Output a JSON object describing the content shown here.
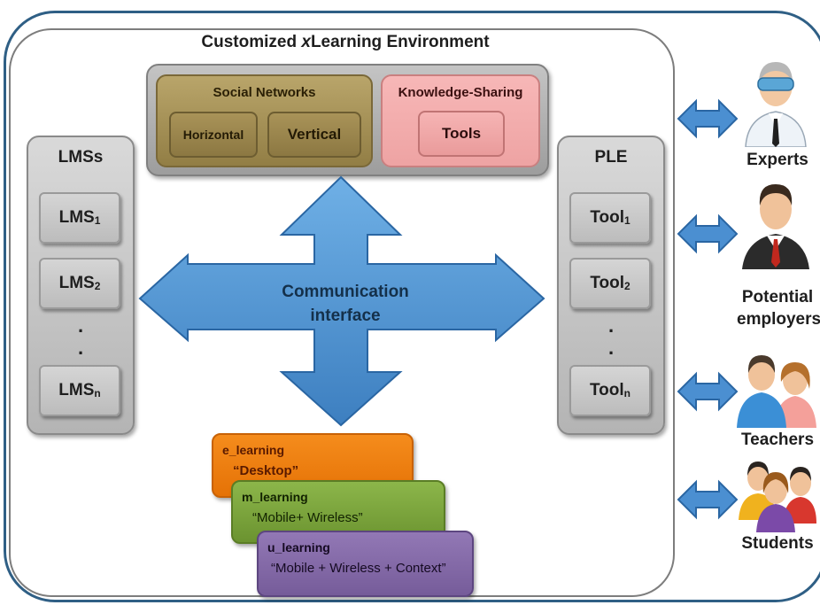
{
  "title": {
    "prefix": "Customized ",
    "italic": "x",
    "suffix": "Learning Environment"
  },
  "lms": {
    "title": "LMSs",
    "items": [
      {
        "base": "LMS",
        "sub": "1"
      },
      {
        "base": "LMS",
        "sub": "2"
      },
      {
        "base": "LMS",
        "sub": "n"
      }
    ],
    "dot": "."
  },
  "ple": {
    "title": "PLE",
    "items": [
      {
        "base": "Tool",
        "sub": "1"
      },
      {
        "base": "Tool",
        "sub": "2"
      },
      {
        "base": "Tool",
        "sub": "n"
      }
    ],
    "dot": "."
  },
  "social": {
    "title": "Social Networks",
    "horizontal": "Horizontal",
    "vertical": "Vertical"
  },
  "knowledge": {
    "title": "Knowledge-Sharing",
    "tools": "Tools"
  },
  "center": {
    "line1": "Communication",
    "line2": "interface"
  },
  "modes": [
    {
      "head": "e_learning",
      "sub": "“Desktop”"
    },
    {
      "head": "m_learning",
      "sub": "“Mobile+ Wireless”"
    },
    {
      "head": "u_learning",
      "sub": "“Mobile + Wireless + Context”"
    }
  ],
  "people": [
    "Experts",
    "Potential",
    "employers",
    "Teachers",
    "Students"
  ],
  "colors": {
    "frame": "#2f5f85",
    "arrow": "#4b8fd1",
    "e_learning": "#f07f0a",
    "m_learning": "#77a23a",
    "u_learning": "#8066a3"
  }
}
